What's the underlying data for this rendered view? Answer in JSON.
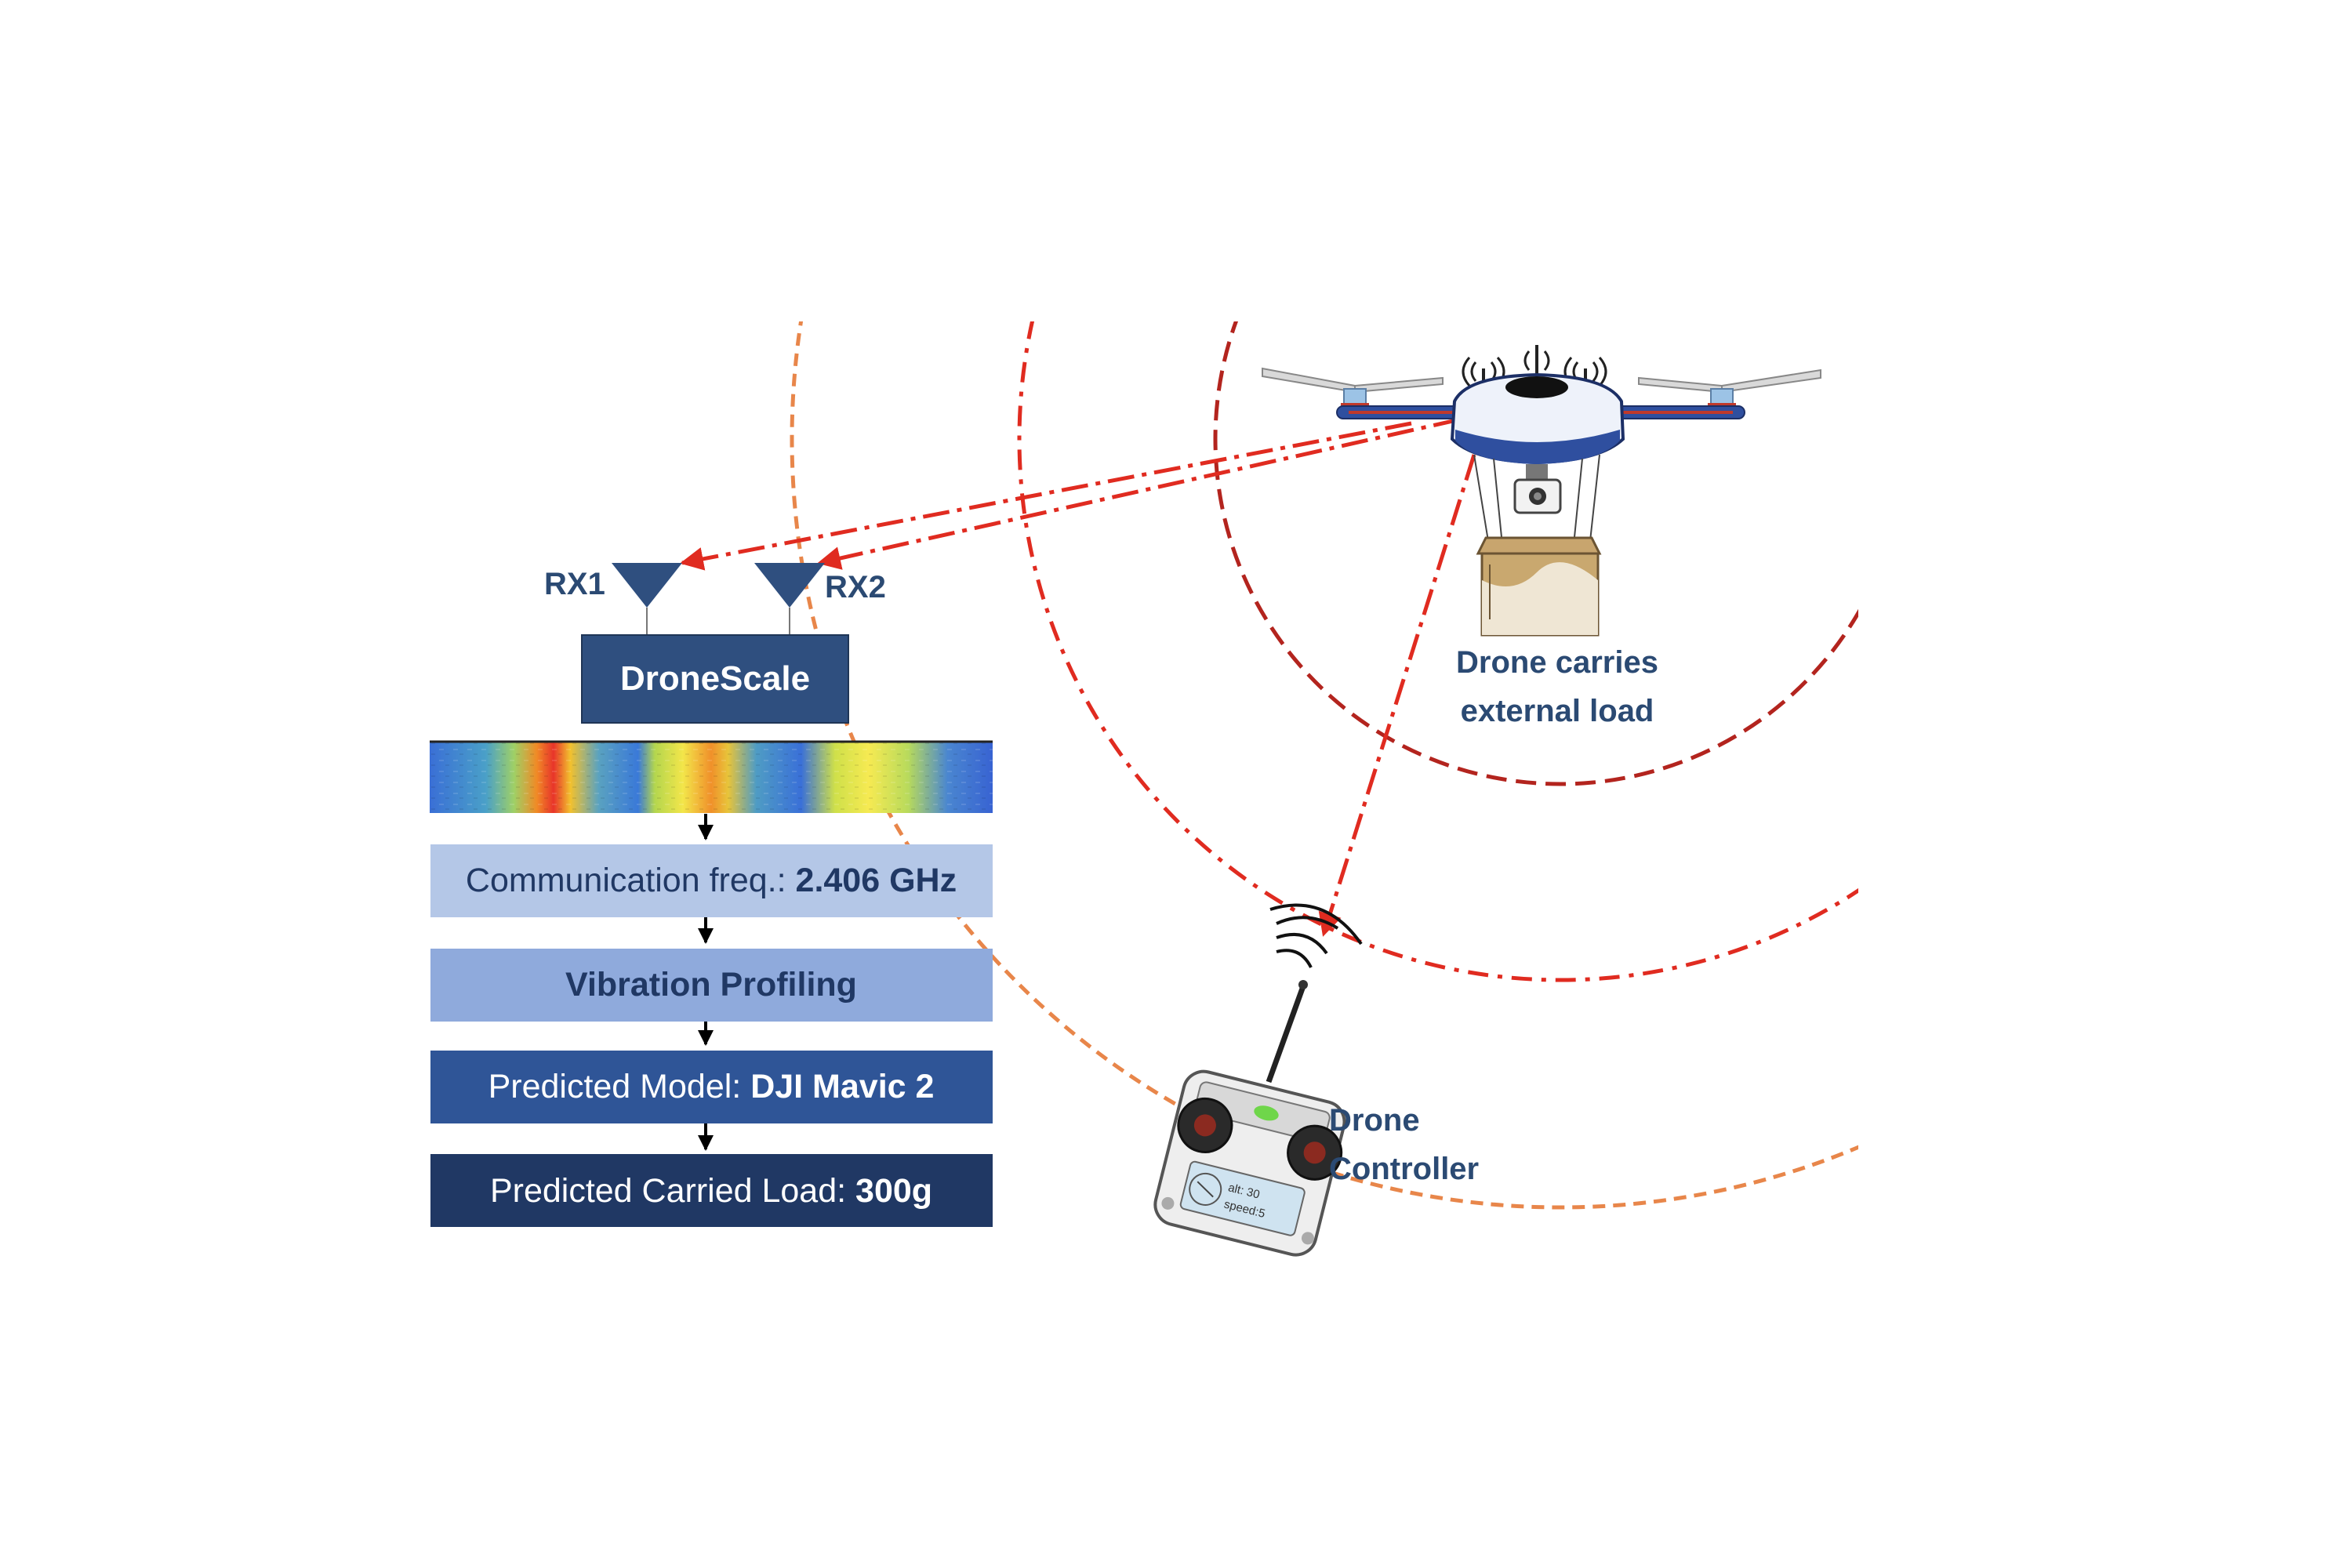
{
  "receivers": {
    "rx1": "RX1",
    "rx2": "RX2"
  },
  "system": {
    "name": "DroneScale"
  },
  "pipeline": [
    {
      "prefix": "Communication freq.: ",
      "value": "2.406 GHz",
      "fill": "#b4c7e7",
      "text_color": "#203864"
    },
    {
      "prefix": "",
      "value": "Vibration Profiling",
      "fill": "#8faadc",
      "text_color": "#203864"
    },
    {
      "prefix": "Predicted Model: ",
      "value": "DJI Mavic 2",
      "fill": "#2f5597",
      "text_color": "#ffffff"
    },
    {
      "prefix": "Predicted Carried Load: ",
      "value": "300g",
      "fill": "#203864",
      "text_color": "#ffffff"
    }
  ],
  "drone": {
    "label_line1": "Drone carries",
    "label_line2": "external load"
  },
  "controller": {
    "label_line1": "Drone",
    "label_line2": "Controller",
    "screen_line1": "alt: 30",
    "screen_line2": "speed:5"
  },
  "colors": {
    "label": "#2b4a73",
    "signal": "#e02b20",
    "wave_inner": "#b3241e",
    "wave_mid": "#e02b20",
    "wave_outer": "#e8864a",
    "system_box": "#2f4f7f",
    "arrow": "#000000"
  },
  "icons": [
    "antenna-icon",
    "drone-icon",
    "box-icon",
    "camera-icon",
    "controller-icon",
    "signal-icon"
  ]
}
